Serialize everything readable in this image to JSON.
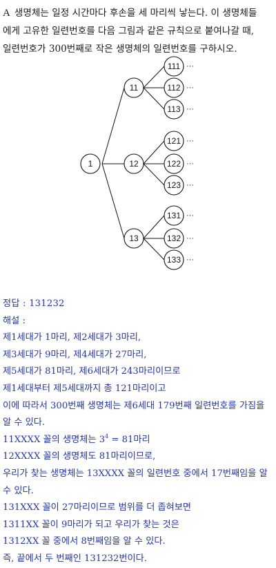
{
  "problem": {
    "marker": "A",
    "lines": [
      "생명체는 일정 시간마다 후손을 세 마리씩 낳는다. 이 생명체들",
      "에게 고유한 일련번호를 다음 그림과 같은 규칙으로 붙여나갈 때,",
      "일련번호가 300번째로 작은 생명체의 일련번호를 구하시오."
    ]
  },
  "tree": {
    "root": "1",
    "children": [
      {
        "label": "11",
        "leaves": [
          "111",
          "112",
          "113"
        ]
      },
      {
        "label": "12",
        "leaves": [
          "121",
          "122",
          "123"
        ]
      },
      {
        "label": "13",
        "leaves": [
          "131",
          "132",
          "133"
        ]
      }
    ],
    "ellipsis": "···"
  },
  "solution": {
    "answer": "정답 : 131232",
    "explanation_label": "해설 :",
    "lines": [
      "제1세대가 1마리, 제2세대가 3마리,",
      "제3세대가 9마리, 제4세대가 27마리,",
      "제5세대가 81마리, 제6세대가 243마리이므로",
      "제1세대부터 제5세대까지 총 121마리이고",
      "이에 따라서 300번째 생명체는 제6세대 179번째 일련번호를 가짐을",
      "알 수 있다."
    ],
    "power_line": {
      "prefix": "11XXXX 꼴의 생명체는 3",
      "exponent": "4",
      "suffix": " = 81마리"
    },
    "lines2": [
      "12XXXX 꼴의 생명체도 81마리이므로,",
      "우리가 찾는 생명체는 13XXXX 꼴의 일련번호 중에서 17번째임을 알",
      "수 있다.",
      "131XXX 꼴이 27마리이므로 범위를 더 좁혀보면",
      "1311XX 꼴이 9마리가 되고 우리가 찾는 것은",
      "1312XX 꼴 중에서 8번째임을 알 수 있다.",
      "즉, 끝에서 두 번째인 131232번이다."
    ]
  }
}
